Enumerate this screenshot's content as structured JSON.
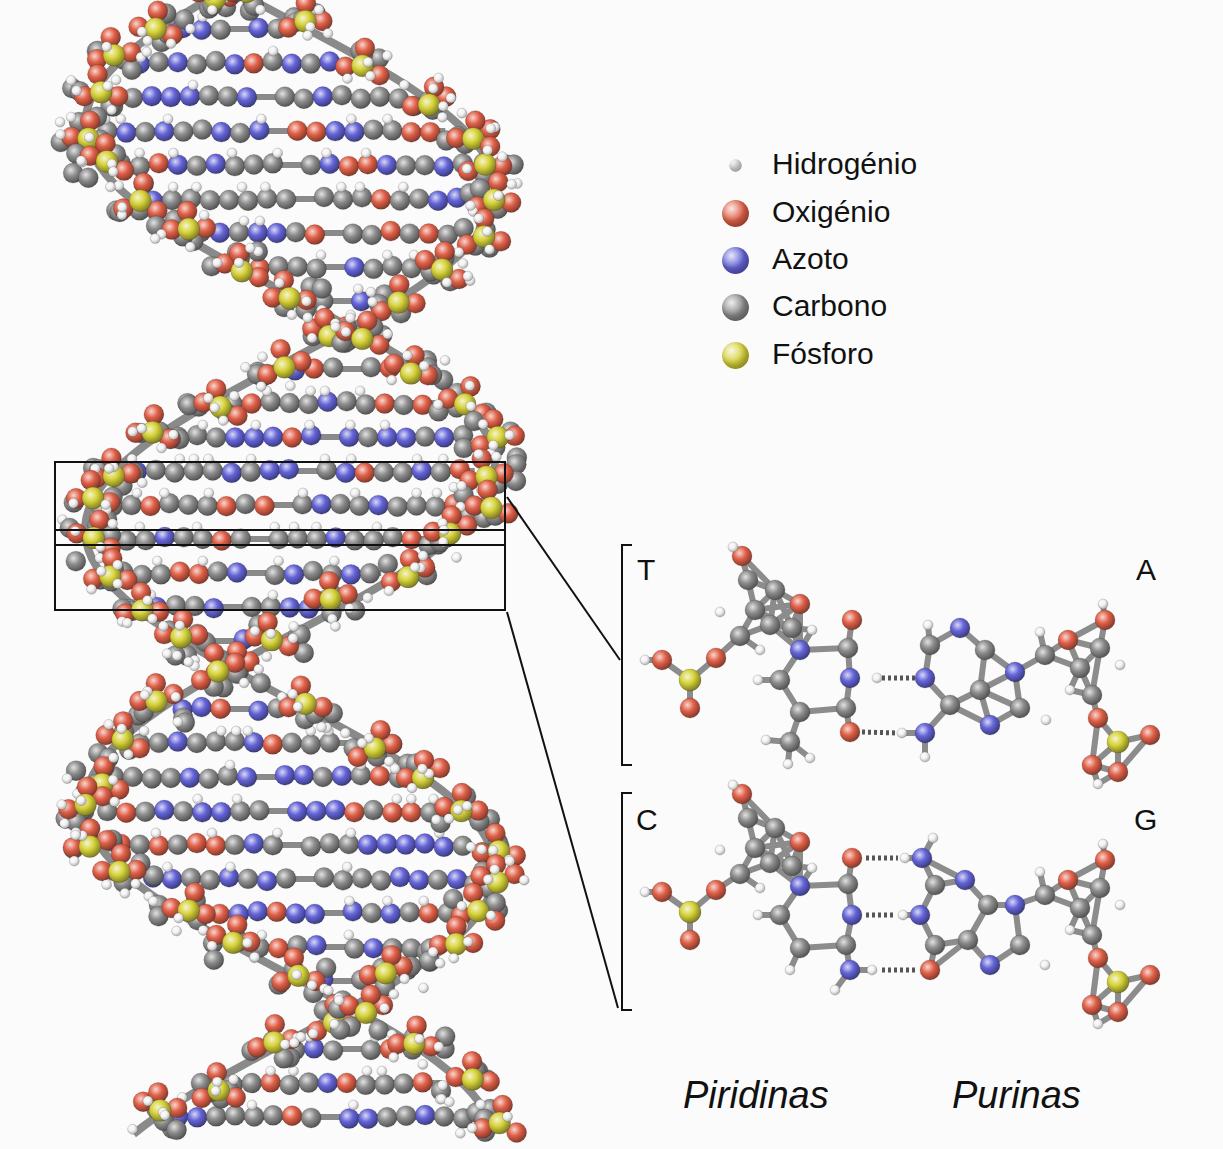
{
  "diagram": {
    "labels": [
      "T",
      "A",
      "C",
      "G",
      "Piridinas",
      "Purinas"
    ],
    "legend": [
      {
        "text": "Hidrogénio",
        "color": "#f2f2f2"
      },
      {
        "text": "Oxigénio",
        "color": "#e06048"
      },
      {
        "text": "Azoto",
        "color": "#6464d8"
      },
      {
        "text": "Carbono",
        "color": "#8c8c8c"
      },
      {
        "text": "Fósforo",
        "color": "#d6d23a"
      }
    ]
  }
}
